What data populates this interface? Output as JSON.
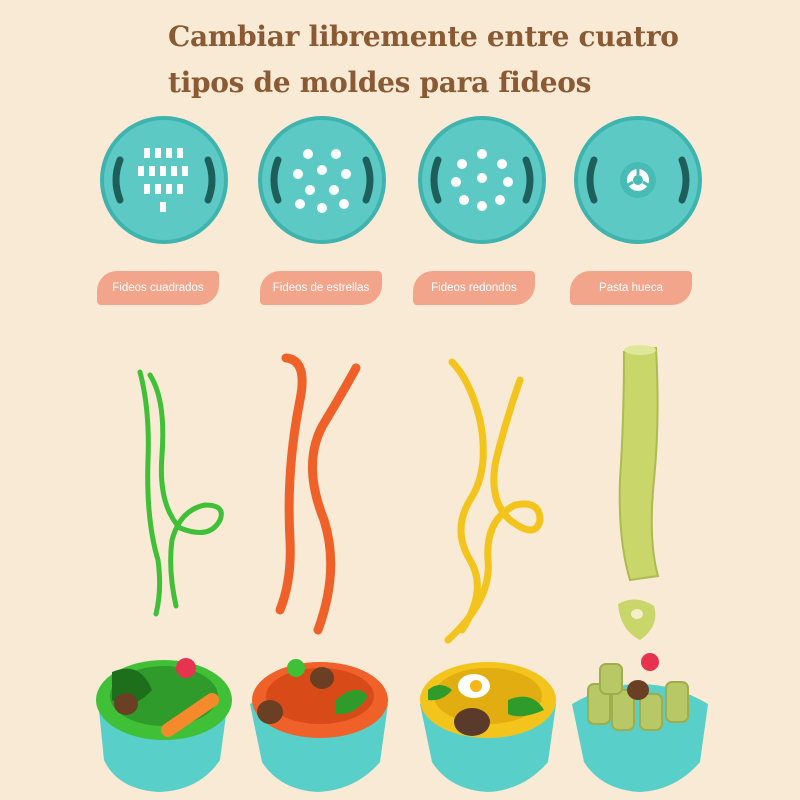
{
  "title": {
    "line1": "Cambiar libremente entre cuatro",
    "line2": "tipos de moldes para fideos"
  },
  "molds": [
    {
      "label": "Fideos cuadrados",
      "icon": "square-holes-mold-icon"
    },
    {
      "label": "Fideos de estrellas",
      "icon": "star-holes-mold-icon"
    },
    {
      "label": "Fideos redondos",
      "icon": "round-holes-mold-icon"
    },
    {
      "label": "Pasta hueca",
      "icon": "hollow-pasta-mold-icon"
    }
  ],
  "colors": {
    "background": "#f8ead4",
    "title": "#8a5a34",
    "mold": "#5cc9c4",
    "label_bg": "#f3a58b",
    "green_noodle": "#3fc037",
    "orange_noodle": "#f0612a",
    "yellow_noodle": "#f3c51c",
    "pasta": "#c9d66a",
    "bowl": "#58cfc8"
  }
}
